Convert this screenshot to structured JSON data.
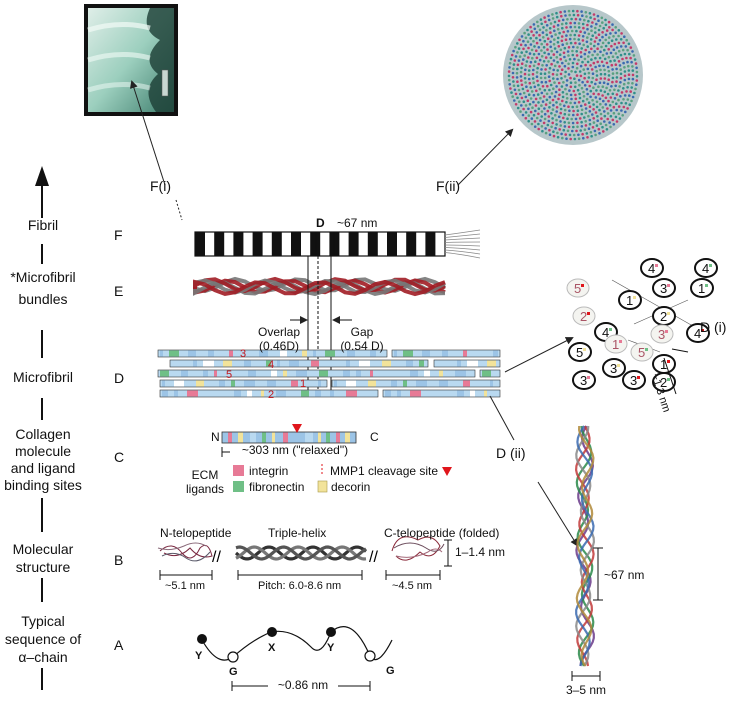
{
  "left_axis": {
    "levels": [
      {
        "name": "Fibril",
        "letter": "F"
      },
      {
        "name": "*Microfibril",
        "name2": "bundles",
        "letter": "E"
      },
      {
        "name": "Microfibril",
        "letter": "D"
      },
      {
        "name": "Collagen",
        "name2": "molecule",
        "name3": "and ligand",
        "name4": "binding sites",
        "letter": "C"
      },
      {
        "name": "Molecular",
        "name2": "structure",
        "letter": "B"
      },
      {
        "name": "Typical",
        "name2": "sequence of",
        "name3": "α–chain",
        "letter": "A"
      }
    ]
  },
  "fibril": {
    "pointer_left": "F(i)",
    "pointer_right": "F(ii)",
    "d_label": "D",
    "d_length": "~67 nm",
    "overlap": "Overlap",
    "overlap_val": "(0.46D)",
    "gap": "Gap",
    "gap_val": "(0.54 D)"
  },
  "microfibril": {
    "strand_numbers": [
      "3",
      "4",
      "5",
      "1",
      "2"
    ],
    "pointer_right": "D (i)",
    "pointer_lower": "D (ii)",
    "cross_section_numbers": [
      "4",
      "4",
      "5",
      "1",
      "3",
      "1",
      "2",
      "2",
      "3",
      "4",
      "4",
      "5",
      "1",
      "5",
      "1",
      "3",
      "3",
      "2",
      "3",
      "2"
    ],
    "cross_section_spacing": "~1.3 nm",
    "periodicity": "~67 nm",
    "width": "3–5 nm"
  },
  "molecule": {
    "n_label": "N",
    "c_label": "C",
    "length": "~303 nm (\"relaxed\")",
    "ecm_ligands": "ECM",
    "ecm_ligands2": "ligands",
    "legend": [
      {
        "name": "integrin",
        "color": "#e77a96"
      },
      {
        "name": "fibronectin",
        "color": "#6fbf86"
      },
      {
        "name": "MMP1 cleavage site",
        "color": "#e0151b"
      },
      {
        "name": "decorin",
        "color": "#f2e39a"
      }
    ]
  },
  "molecular_structure": {
    "n_telopeptide": "N-telopeptide",
    "triple_helix": "Triple-helix",
    "c_telopeptide": "C-telopeptide (folded)",
    "n_length": "~5.1 nm",
    "pitch": "Pitch: 6.0-8.6 nm",
    "c_length": "~4.5 nm",
    "diameter": "1–1.4 nm"
  },
  "sequence": {
    "residues": [
      "Y",
      "X",
      "Y",
      "G",
      "G"
    ],
    "spacing": "~0.86 nm"
  }
}
